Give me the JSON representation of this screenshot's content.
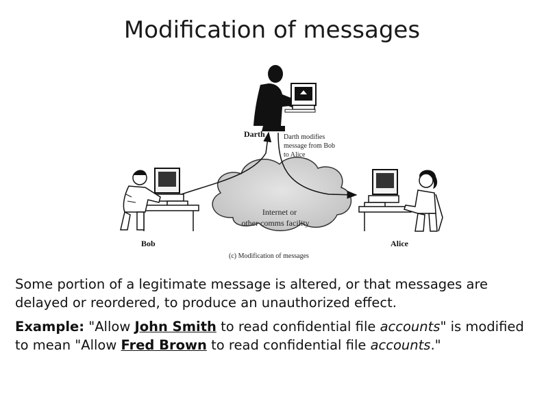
{
  "slide": {
    "title": "Modification of messages"
  },
  "figure": {
    "labels": {
      "darth": "Darth",
      "bob": "Bob",
      "alice": "Alice",
      "annotation_line1": "Darth modifies",
      "annotation_line2": "message from Bob",
      "annotation_line3": "to Alice",
      "cloud_line1": "Internet or",
      "cloud_line2": "other comms facility",
      "caption": "(c) Modification of messages"
    }
  },
  "text": {
    "paragraph1": "Some portion of a legitimate message is altered, or that messages are delayed or reordered, to produce an unauthorized effect.",
    "example_label": "Example:",
    "ex_part1": " \"Allow ",
    "ex_name1": "John Smith",
    "ex_part2": " to read confidential file ",
    "ex_file1": "accounts",
    "ex_part3": "\" is modified to mean \"Allow ",
    "ex_name2": "Fred Brown",
    "ex_part4": " to read confidential file ",
    "ex_file2": "accounts",
    "ex_part5": ".\""
  }
}
